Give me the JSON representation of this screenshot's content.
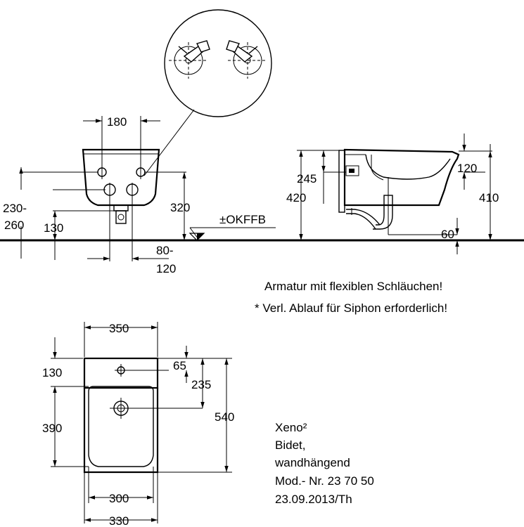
{
  "dimensions": {
    "front": {
      "fitting_spacing": "180",
      "height_range_top": "230-",
      "height_range_bottom": "260",
      "height_130": "130",
      "height_320": "320",
      "offset_top": "80-",
      "offset_bottom": "120",
      "floor_ref": "±OKFFB"
    },
    "side": {
      "h245": "245",
      "h420": "420",
      "h120": "120",
      "h410": "410",
      "d60": "60"
    },
    "top": {
      "w350": "350",
      "d130": "130",
      "d65": "65",
      "d235": "235",
      "d390": "390",
      "d540": "540",
      "w300": "300",
      "w330": "330"
    }
  },
  "notes": {
    "line1": "Armatur mit flexiblen Schläuchen!",
    "line2": "* Verl. Ablauf für Siphon erforderlich!"
  },
  "title_block": {
    "product": "Xeno²",
    "type": "Bidet,",
    "mounting": "wandhängend",
    "article": "Mod.- Nr. 23 70 50",
    "date": "23.09.2013/Th"
  }
}
